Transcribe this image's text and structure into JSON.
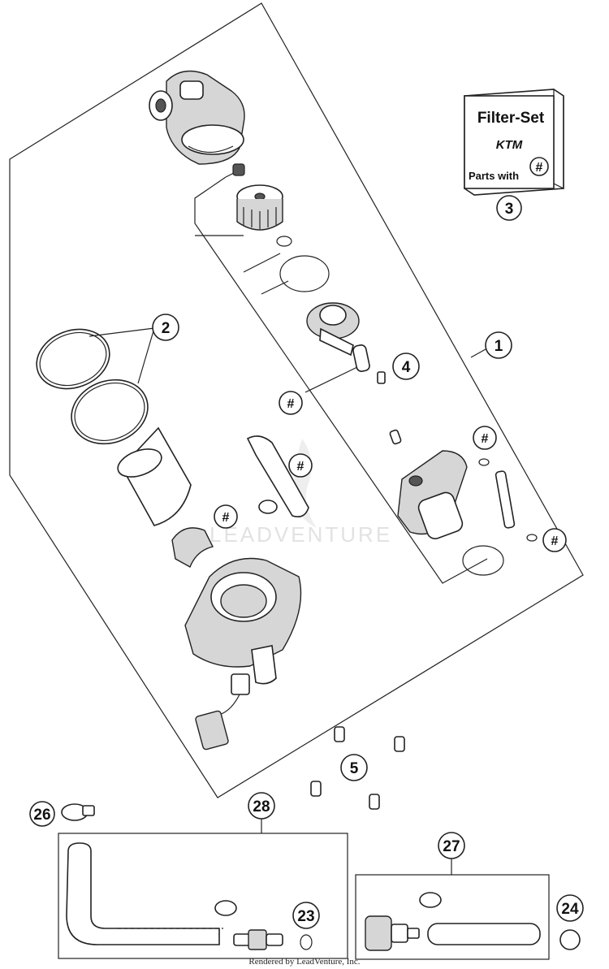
{
  "diagram": {
    "filter_set": {
      "title": "Filter-Set",
      "brand": "KTM",
      "parts_with": "Parts with",
      "hash": "#"
    },
    "callouts": {
      "c1": "1",
      "c2": "2",
      "c3": "3",
      "c4": "4",
      "c5": "5",
      "c23": "23",
      "c24": "24",
      "c26": "26",
      "c27": "27",
      "c28": "28"
    },
    "hash_marker": "#",
    "watermark": "LEADVENTURE",
    "footer": "Rendered by LeadVenture, Inc."
  }
}
